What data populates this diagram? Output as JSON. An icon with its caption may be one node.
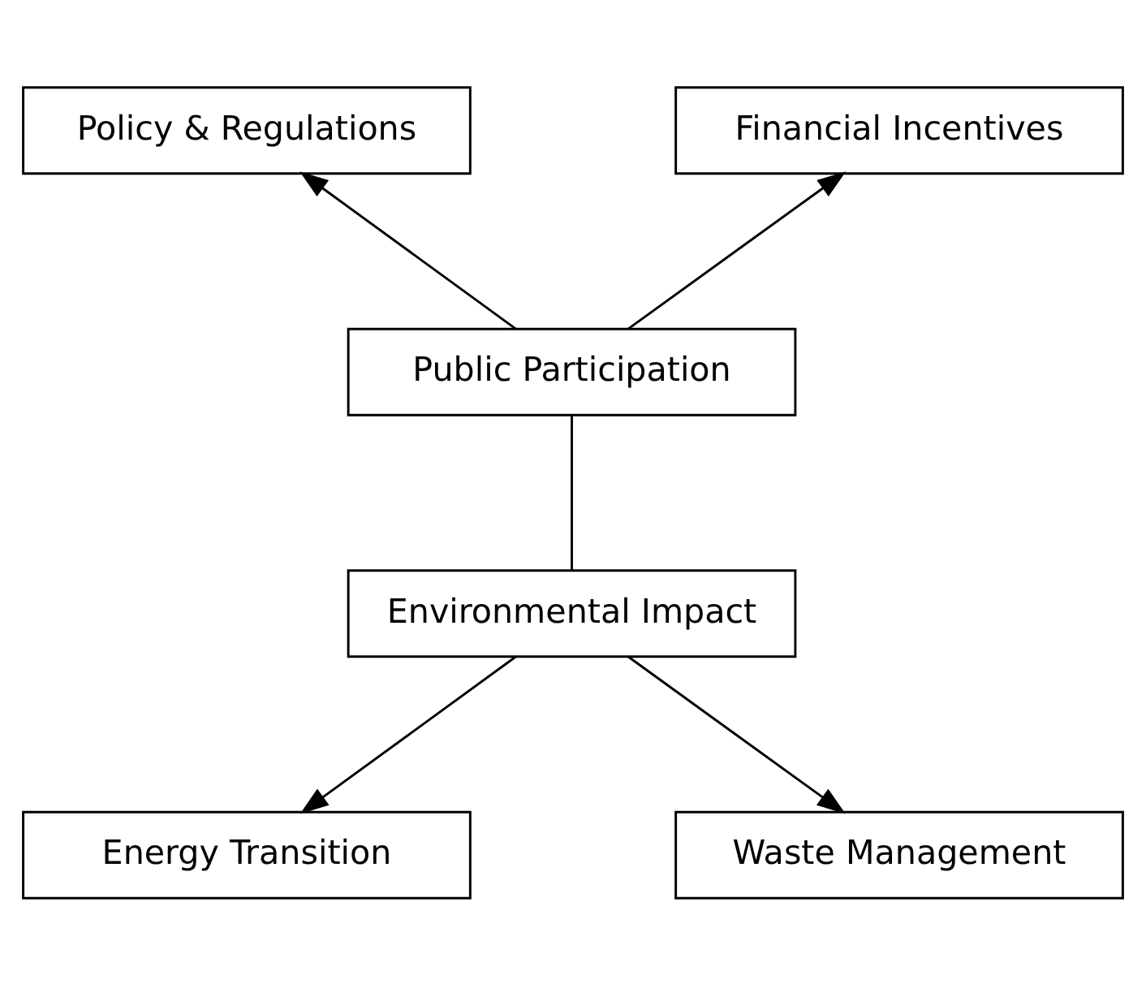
{
  "diagram": {
    "nodes": [
      {
        "text": [
          "Policy & Regulations"
        ]
      },
      {
        "text": [
          "Financial Incentives"
        ]
      },
      {
        "text": [
          "Public Participation"
        ]
      },
      {
        "text": [
          "Environmental Impact"
        ]
      },
      {
        "text": [
          "Energy Transition"
        ]
      },
      {
        "text": [
          "Waste Management"
        ]
      }
    ],
    "edges": [
      {
        "from": 2,
        "to": 0,
        "arrow": "to"
      },
      {
        "from": 2,
        "to": 1,
        "arrow": "to"
      },
      {
        "from": 2,
        "to": 3,
        "arrow": "none"
      },
      {
        "from": 3,
        "to": 4,
        "arrow": "to"
      },
      {
        "from": 3,
        "to": 5,
        "arrow": "to"
      }
    ]
  }
}
